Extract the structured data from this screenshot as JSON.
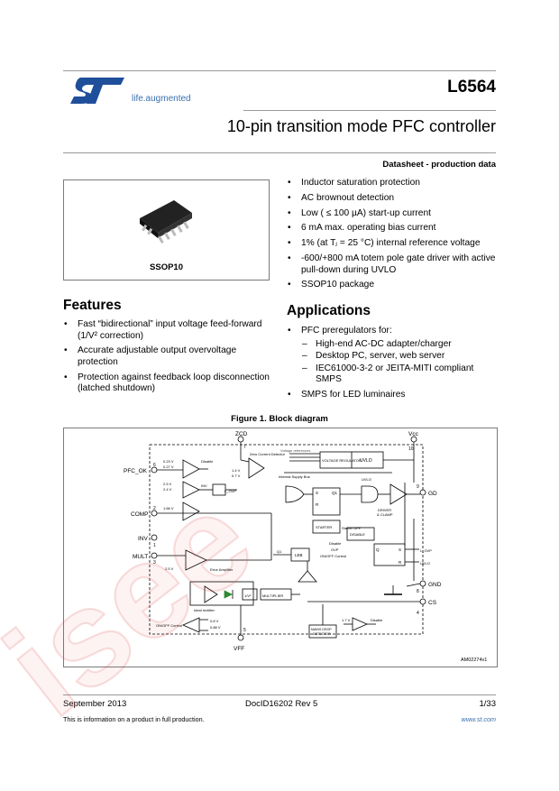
{
  "header": {
    "tagline": "life.augmented",
    "part_number": "L6564",
    "subtitle": "10-pin transition mode PFC controller",
    "datasheet_label": "Datasheet - production data"
  },
  "package": {
    "name": "SSOP10"
  },
  "features": {
    "heading": "Features",
    "left_items": [
      "Fast “bidirectional” input voltage feed-forward (1/V² correction)",
      "Accurate adjustable output overvoltage protection",
      "Protection against feedback loop disconnection (latched shutdown)"
    ],
    "right_items": [
      "Inductor saturation protection",
      "AC brownout detection",
      "Low ( ≤ 100 µA) start-up current",
      "6 mA max. operating bias current",
      "1% (at Tⱼ = 25 °C) internal reference voltage",
      "-600/+800 mA totem pole gate driver with active pull-down during UVLO",
      "SSOP10 package"
    ]
  },
  "applications": {
    "heading": "Applications",
    "pfc_intro": "PFC preregulators for:",
    "pfc_sub": [
      "High-end AC-DC adapter/charger",
      "Desktop PC, server, web server",
      "IEC61000-3-2 or JEITA-MITI compliant SMPS"
    ],
    "last": "SMPS for LED luminaires"
  },
  "figure": {
    "caption": "Figure 1. Block diagram",
    "code": "AM02274v1",
    "pins": {
      "zcd": "ZCD",
      "zcd_num": "7",
      "vcc": "Vcc",
      "vcc_num": "10",
      "pfc_ok": "PFC_OK",
      "pfc_ok_num": "6",
      "comp": "COMP",
      "comp_num": "2",
      "inv": "INV",
      "inv_num": "1",
      "mult": "MULT",
      "mult_num": "3",
      "gd": "GD",
      "gd_num": "9",
      "gnd": "GND",
      "gnd_num": "8",
      "cs": "CS",
      "cs_num": "4",
      "vff": "VFF",
      "vff_num": "5"
    },
    "labels": {
      "v_ref": "Voltage references",
      "vreg": "VOLTAGE REGULATOR",
      "uvlo": "UVLO",
      "uvlo2": "UVLO",
      "uvlo3": "UVLO",
      "supply_bus": "Internal Supply Bus",
      "zcd_det": "Zero Current Detector",
      "zcd_v1": "1.4 V",
      "zcd_v2": "0.7 V",
      "disable1": "Disable",
      "disable2": "Disable",
      "disable_box": "DISABLE",
      "v1": "0.23 V",
      "v2": "0.27 V",
      "v3": "2.5 V",
      "v4": "2.4 V",
      "v5": "1.66 V",
      "v6": "2.5 V",
      "v7": "0.8 V",
      "v8": "0.88 V",
      "v9": "1.7 V",
      "inv_lbl": "INV",
      "l_ovp": "L_OVP",
      "l_ovp2": "L_OVP",
      "s": "S",
      "r": "R",
      "q1": "Q1",
      "s2": "S",
      "r2": "R",
      "q2": "Q",
      "starter": "STARTER",
      "starter_off": "Starter OFF",
      "driver": "DRIVER",
      "driver2": "& CLAMP",
      "ovp_ctrl1": "Disable",
      "ovp_ctrl2": "OVP",
      "ovp_ctrl3": "ON/OFF Control",
      "q1_small": "Q1",
      "leb": "LEB",
      "err_amp": "Error Amplifier",
      "inv_v2": "1/V²",
      "multiplier": "MULTIPLIER",
      "mains_drop1": "MAINS DROP",
      "mains_drop2": "DETECTOR",
      "peak_rect": "Ideal rectifier",
      "onoff": "ON/OFF Control"
    }
  },
  "footer": {
    "date": "September 2013",
    "doc_id": "DocID16202 Rev 5",
    "page": "1/33",
    "info": "This is information on a product in full production.",
    "url": "www.st.com"
  },
  "colors": {
    "st_blue": "#1f4e9a",
    "link_blue": "#3a6fb0",
    "diode_green": "#2f8a35",
    "watermark_red": "#d93535"
  }
}
